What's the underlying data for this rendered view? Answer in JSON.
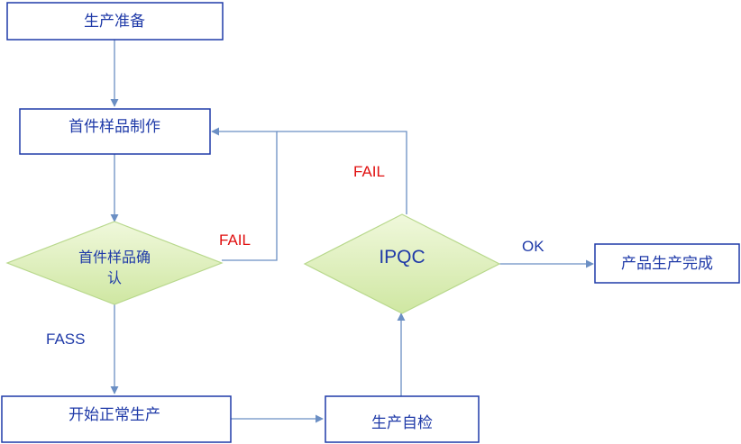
{
  "nodes": {
    "prepare": "生产准备",
    "first_sample": "首件样品制作",
    "confirm_line1": "首件样品确",
    "confirm_line2": "认",
    "start_production": "开始正常生产",
    "self_inspection": "生产自检",
    "ipqc": "IPQC",
    "done": "产品生产完成"
  },
  "edge_labels": {
    "confirm_fail": "FAIL",
    "ipqc_fail": "FAIL",
    "confirm_pass": "FASS",
    "ipqc_ok": "OK"
  },
  "colors": {
    "box_border": "#1f3aa8",
    "text": "#1f3aa8",
    "fail_text": "#e01010",
    "connector": "#6b8fc4",
    "diamond_fill_top": "#f0f8dc",
    "diamond_fill_bottom": "#cfe7a2"
  }
}
